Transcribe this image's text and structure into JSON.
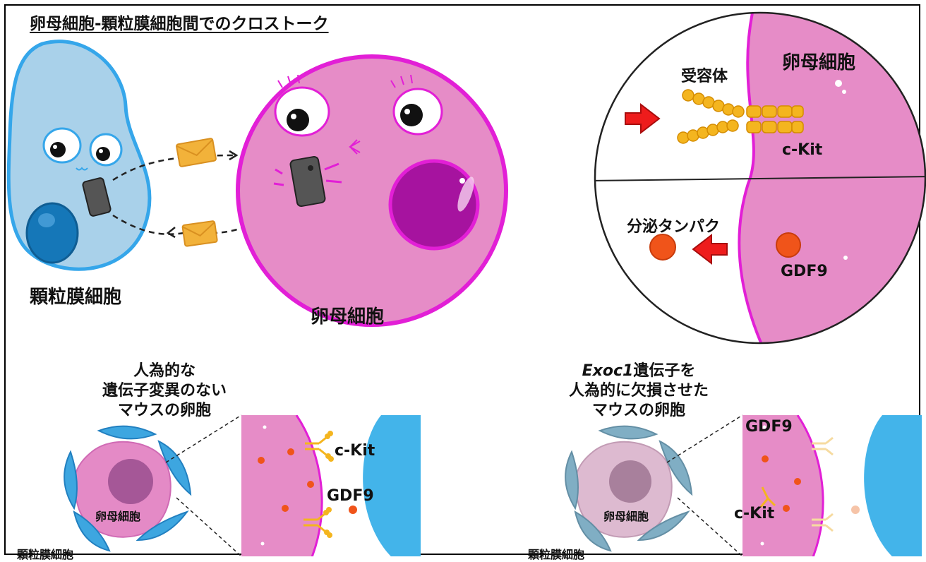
{
  "title": "卵母細胞-顆粒膜細胞間でのクロストーク",
  "top_left": {
    "granulosa_label": "顆粒膜細胞",
    "oocyte_label": "卵母細胞"
  },
  "top_right": {
    "oocyte_label": "卵母細胞",
    "receptor_label": "受容体",
    "ckit_label": "c-Kit",
    "secreted_label": "分泌タンパク",
    "gdf9_label": "GDF9"
  },
  "bottom_left": {
    "caption_lines": [
      "人為的な",
      "遺伝子変異のない",
      "マウスの卵胞"
    ],
    "oocyte_label": "卵母細胞",
    "granulosa_label": "顆粒膜細胞",
    "ckit_label": "c-Kit",
    "gdf9_label": "GDF9"
  },
  "bottom_right": {
    "caption_gene": "Exoc1",
    "caption_line1_rest": "遺伝子を",
    "caption_line2": "人為的に欠損させた",
    "caption_line3": "マウスの卵胞",
    "oocyte_label": "卵母細胞",
    "granulosa_label": "顆粒膜細胞",
    "ckit_label": "c-Kit",
    "gdf9_label": "GDF9"
  },
  "colors": {
    "oocyte_pink": "#e68cc7",
    "oocyte_border": "#e21fd6",
    "nucleus_purple": "#a6139f",
    "granulosa_blue": "#a9d1ea",
    "granulosa_border": "#35a6ea",
    "granulosa_nucleus": "#1577b8",
    "envelope": "#f2b23a",
    "receptor_yellow": "#f4b51f",
    "gdf9_orange": "#f0541a",
    "arrow_red": "#ee1c1c"
  }
}
